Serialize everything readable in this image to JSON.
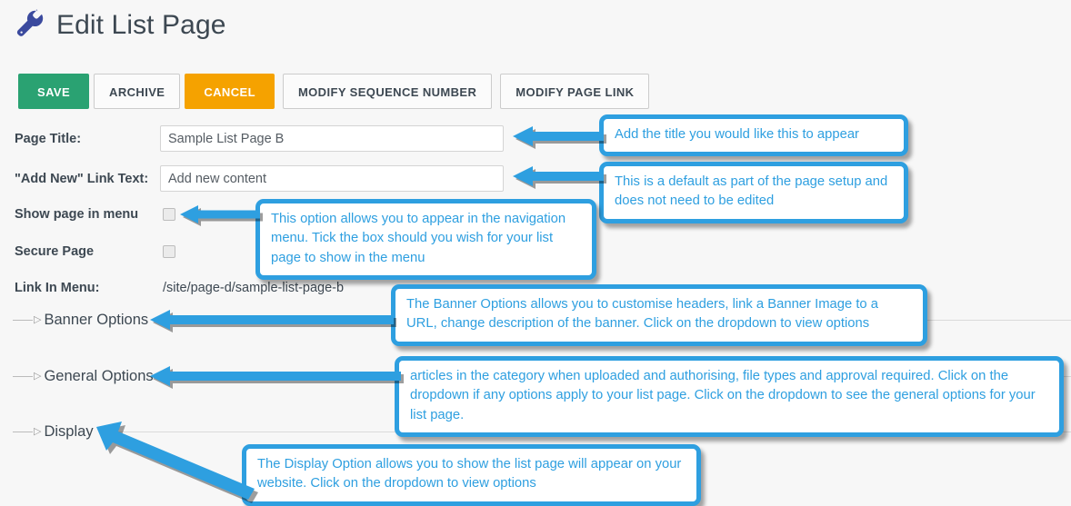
{
  "header": {
    "icon": "wrench-icon",
    "title": "Edit List Page"
  },
  "toolbar": {
    "save_label": "SAVE",
    "archive_label": "ARCHIVE",
    "cancel_label": "CANCEL",
    "modify_sequence_label": "MODIFY SEQUENCE NUMBER",
    "modify_page_link_label": "MODIFY PAGE LINK"
  },
  "form": {
    "page_title": {
      "label": "Page Title:",
      "value": "Sample List Page B",
      "placeholder": ""
    },
    "add_new_link_text": {
      "label": "\"Add New\" Link Text:",
      "value": "Add new content",
      "placeholder": ""
    },
    "show_page_in_menu": {
      "label": "Show page in menu",
      "checked": false
    },
    "secure_page": {
      "label": "Secure Page",
      "checked": false
    },
    "link_in_menu": {
      "label": "Link In Menu:",
      "value": "/site/page-d/sample-list-page-b"
    }
  },
  "sections": [
    {
      "label": "Banner Options",
      "marker": "triangle-right-icon"
    },
    {
      "label": "General Options",
      "marker": "triangle-right-icon"
    },
    {
      "label": "Display",
      "marker": "triangle-right-icon"
    }
  ],
  "callouts": [
    {
      "id": "title-callout",
      "text": "Add the title you would like this to appear"
    },
    {
      "id": "addnew-callout",
      "text": "This is a default as part of the page setup and does not need to be edited"
    },
    {
      "id": "menu-callout",
      "text": "This option allows you to appear in the navigation menu. Tick the box should you wish for your list page to show in the menu"
    },
    {
      "id": "banner-callout",
      "text": "The Banner Options allows you to customise headers, link a Banner Image to a URL, change description of the banner. Click on the dropdown to view options"
    },
    {
      "id": "general-callout",
      "text": "articles in the category when uploaded and authorising, file types and approval required. Click on the dropdown if any options apply to your list page. Click on the dropdown to see the general options for your list page."
    },
    {
      "id": "display-callout",
      "text": "The Display Option allows you to show the list page will appear on your website. Click on the dropdown to view options"
    }
  ],
  "colors": {
    "accent_blue": "#2e9fe0",
    "save_green": "#2aa272",
    "cancel_orange": "#f5a200",
    "wrench_blue": "#3b4a9e",
    "page_background": "#f7f7f7",
    "text_dark": "#3d4852"
  }
}
